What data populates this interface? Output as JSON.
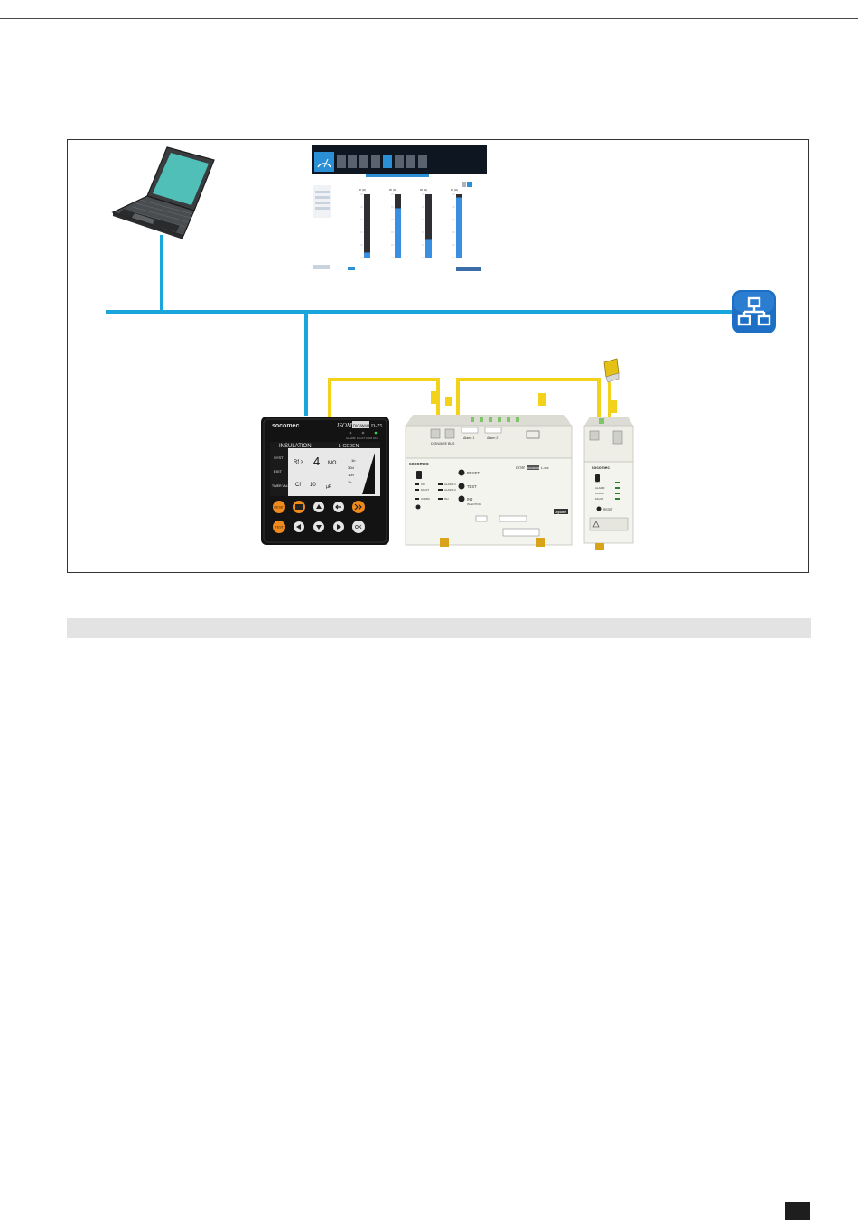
{
  "colors": {
    "network_line": "#1aa6dc",
    "bus_line": "#f2d21a",
    "frame": "#333333",
    "section_bar": "#e3e3e3",
    "network_icon": "#1c6fc4",
    "page_tab": "#1e1e1e"
  },
  "icons": [
    "laptop-icon",
    "network-switch-icon",
    "voltage-probe-icon"
  ],
  "software_screen": {
    "tank_labels": [
      "Rf (Ω)",
      "Rf (Ω)",
      "Rf (Ω)",
      "Rf (Ω)"
    ],
    "bar_levels": [
      0.08,
      0.78,
      0.28,
      0.95
    ]
  },
  "display_unit": {
    "brand": "socomec",
    "model": "ISOM",
    "model_tag": "DIGIWARE",
    "model_suffix": "D-75",
    "led_labels": [
      "ALARM",
      "FAULT COM",
      "ON"
    ],
    "screen_title": "INSULATION",
    "screen_subtitle": "L-GEDEN",
    "side_labels": [
      "SYST",
      "EXIT",
      "TIMER VALUE"
    ],
    "rf_label": "Rf >",
    "rf_value": "4",
    "rf_unit": "MΩ",
    "cf_label": "Cf",
    "cf_value": "10",
    "cf_unit": "µF",
    "scale_labels": [
      "1h",
      "30d",
      "10h",
      "1h"
    ],
    "reset_label": "RESET",
    "test_label": "TEST",
    "ok_label": "OK"
  },
  "main_module": {
    "brand": "socomec",
    "port_label": "DIGIWARE BUS",
    "alarm1": "Alarm 1",
    "alarm2": "Alarm 2",
    "model": "ISOM",
    "model_tag": "DIGIWARE",
    "model_suffix": "L-xxx",
    "reset": "RESET",
    "test": "TEST",
    "inj": "INJ",
    "inj_sub": "INJECTION",
    "leds_left": [
      "ON",
      "FAULT",
      "COMM"
    ],
    "leds_mid": [
      "ALARM 1",
      "ALARM 2",
      "INJ"
    ],
    "footer_tag": "Digiware"
  },
  "aux_module": {
    "brand": "socomec",
    "leds": [
      "ON",
      "ALARM",
      "COMM",
      "FAULT"
    ],
    "label": "RESET"
  }
}
